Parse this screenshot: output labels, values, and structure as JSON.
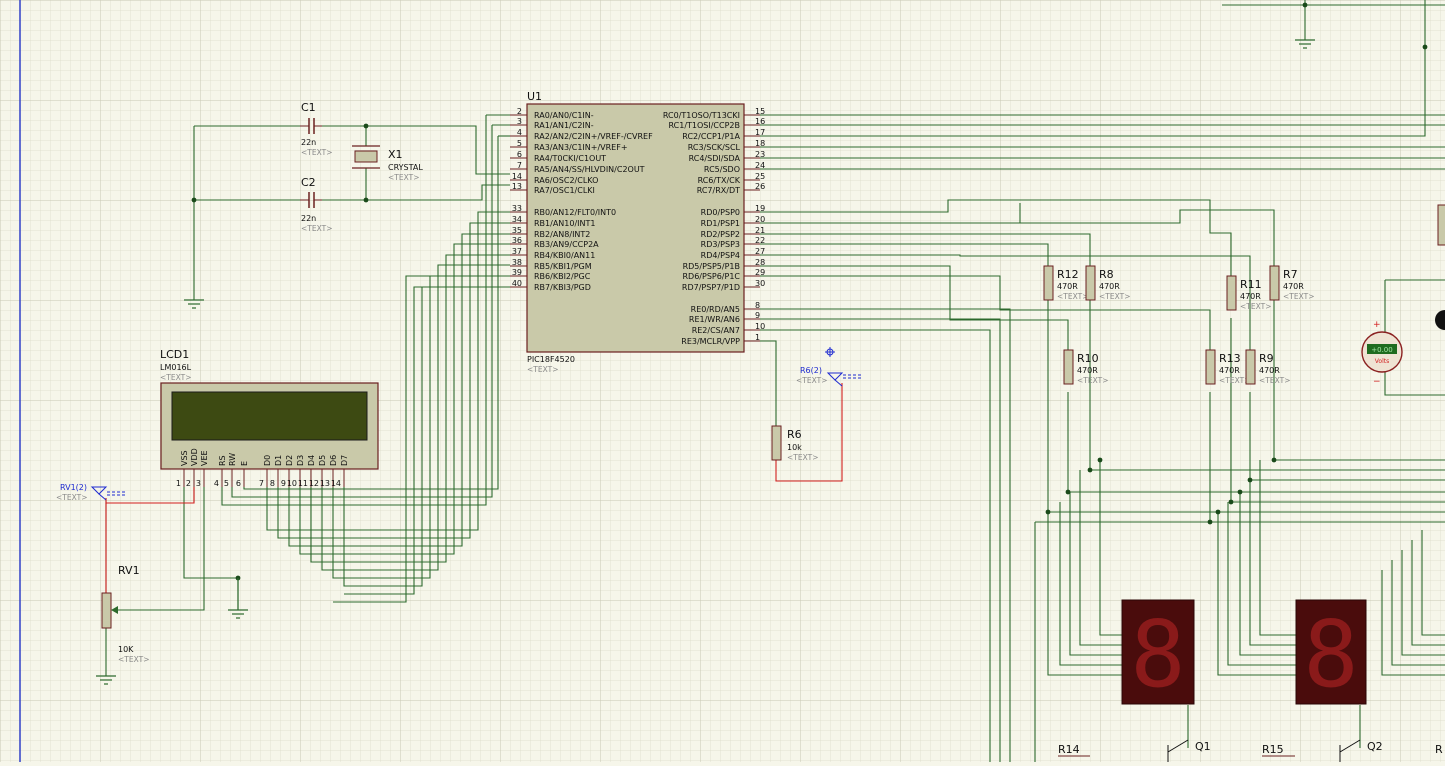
{
  "mcu": {
    "ref": "U1",
    "part": "PIC18F4520",
    "text_tag": "<TEXT>",
    "left_pins": [
      {
        "num": "2",
        "name": "RA0/AN0/C1IN-"
      },
      {
        "num": "3",
        "name": "RA1/AN1/C2IN-"
      },
      {
        "num": "4",
        "name": "RA2/AN2/C2IN+/VREF-/CVREF"
      },
      {
        "num": "5",
        "name": "RA3/AN3/C1IN+/VREF+"
      },
      {
        "num": "6",
        "name": "RA4/T0CKI/C1OUT"
      },
      {
        "num": "7",
        "name": "RA5/AN4/SS/HLVDIN/C2OUT"
      },
      {
        "num": "14",
        "name": "RA6/OSC2/CLKO"
      },
      {
        "num": "13",
        "name": "RA7/OSC1/CLKI"
      },
      {
        "num": "33",
        "name": "RB0/AN12/FLT0/INT0"
      },
      {
        "num": "34",
        "name": "RB1/AN10/INT1"
      },
      {
        "num": "35",
        "name": "RB2/AN8/INT2"
      },
      {
        "num": "36",
        "name": "RB3/AN9/CCP2A"
      },
      {
        "num": "37",
        "name": "RB4/KBI0/AN11"
      },
      {
        "num": "38",
        "name": "RB5/KBI1/PGM"
      },
      {
        "num": "39",
        "name": "RB6/KBI2/PGC"
      },
      {
        "num": "40",
        "name": "RB7/KBI3/PGD"
      }
    ],
    "right_pins": [
      {
        "num": "15",
        "name": "RC0/T1OSO/T13CKI"
      },
      {
        "num": "16",
        "name": "RC1/T1OSI/CCP2B"
      },
      {
        "num": "17",
        "name": "RC2/CCP1/P1A"
      },
      {
        "num": "18",
        "name": "RC3/SCK/SCL"
      },
      {
        "num": "23",
        "name": "RC4/SDI/SDA"
      },
      {
        "num": "24",
        "name": "RC5/SDO"
      },
      {
        "num": "25",
        "name": "RC6/TX/CK"
      },
      {
        "num": "26",
        "name": "RC7/RX/DT"
      },
      {
        "num": "19",
        "name": "RD0/PSP0"
      },
      {
        "num": "20",
        "name": "RD1/PSP1"
      },
      {
        "num": "21",
        "name": "RD2/PSP2"
      },
      {
        "num": "22",
        "name": "RD3/PSP3"
      },
      {
        "num": "27",
        "name": "RD4/PSP4"
      },
      {
        "num": "28",
        "name": "RD5/PSP5/P1B"
      },
      {
        "num": "29",
        "name": "RD6/PSP6/P1C"
      },
      {
        "num": "30",
        "name": "RD7/PSP7/P1D"
      },
      {
        "num": "8",
        "name": "RE0/RD/AN5"
      },
      {
        "num": "9",
        "name": "RE1/WR/AN6"
      },
      {
        "num": "10",
        "name": "RE2/CS/AN7"
      },
      {
        "num": "1",
        "name": "RE3/MCLR/VPP"
      }
    ]
  },
  "crystal": {
    "ref": "X1",
    "value": "CRYSTAL",
    "tag": "<TEXT>"
  },
  "caps": [
    {
      "ref": "C1",
      "value": "22n",
      "tag": "<TEXT>"
    },
    {
      "ref": "C2",
      "value": "22n",
      "tag": "<TEXT>"
    }
  ],
  "lcd": {
    "ref": "LCD1",
    "model": "LM016L",
    "tag": "<TEXT>",
    "pins": [
      {
        "name": "VSS",
        "num": "1"
      },
      {
        "name": "VDD",
        "num": "2"
      },
      {
        "name": "VEE",
        "num": "3"
      },
      {
        "name": "RS",
        "num": "4"
      },
      {
        "name": "RW",
        "num": "5"
      },
      {
        "name": "E",
        "num": "6"
      },
      {
        "name": "D0",
        "num": "7"
      },
      {
        "name": "D1",
        "num": "8"
      },
      {
        "name": "D2",
        "num": "9"
      },
      {
        "name": "D3",
        "num": "10"
      },
      {
        "name": "D4",
        "num": "11"
      },
      {
        "name": "D5",
        "num": "12"
      },
      {
        "name": "D6",
        "num": "13"
      },
      {
        "name": "D7",
        "num": "14"
      }
    ]
  },
  "pot": {
    "ref": "RV1",
    "value": "10K",
    "tag": "<TEXT>",
    "probe": "RV1(2)"
  },
  "r6": {
    "ref": "R6",
    "value": "10k",
    "tag": "<TEXT>",
    "probe": "R6(2)"
  },
  "resistors": [
    {
      "ref": "R12",
      "value": "470R",
      "tag": "<TEXT>"
    },
    {
      "ref": "R8",
      "value": "470R",
      "tag": "<TEXT>"
    },
    {
      "ref": "R11",
      "value": "470R",
      "tag": "<TEXT>"
    },
    {
      "ref": "R7",
      "value": "470R",
      "tag": "<TEXT>"
    },
    {
      "ref": "R10",
      "value": "470R",
      "tag": "<TEXT>"
    },
    {
      "ref": "R13",
      "value": "470R",
      "tag": "<TEXT>"
    },
    {
      "ref": "R9",
      "value": "470R",
      "tag": "<TEXT>"
    }
  ],
  "bottom_labels": {
    "r14": "R14",
    "r15": "R15",
    "q1": "Q1",
    "q2": "Q2",
    "r_edge": "R"
  },
  "voltmeter": {
    "plus": "+",
    "minus": "−",
    "unit": "Volts",
    "display": "+0.00"
  },
  "seven_seg_digit": "8"
}
